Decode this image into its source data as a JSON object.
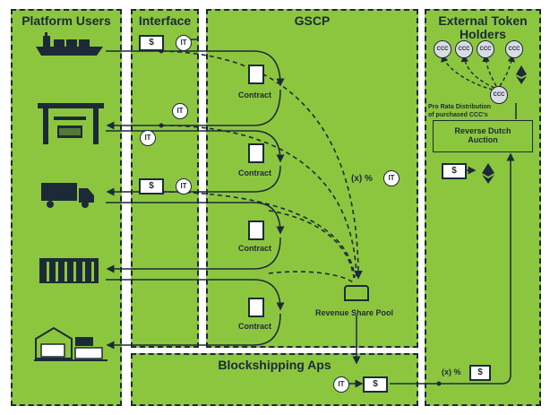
{
  "panels": {
    "platform_users": "Platform Users",
    "interface": "Interface",
    "gscp": "GSCP",
    "external": [
      "External Token",
      "Holders"
    ],
    "blockshipping": "Blockshipping Aps"
  },
  "contract_label": "Contract",
  "token_it": "IT",
  "token_usd": "$",
  "token_ccc": "CCC",
  "share_label": "(x) %",
  "revenue_pool": "Revenue Share Pool",
  "pro_rata": [
    "Pro Rata Distribution",
    "of purchased CCC's"
  ],
  "auction": [
    "Reverse Dutch",
    "Auction"
  ],
  "colors": {
    "panel_green": "#8cc63f",
    "ink": "#1c2a38",
    "background": "#ffffff"
  }
}
